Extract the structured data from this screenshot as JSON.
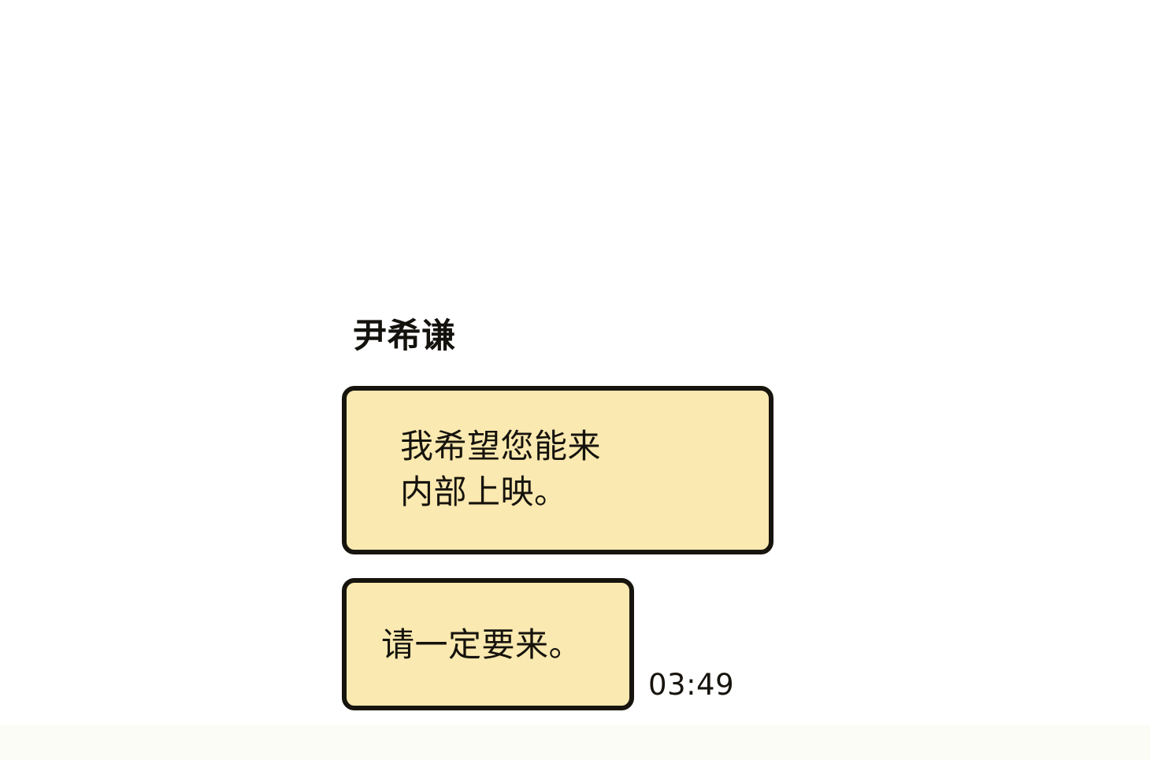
{
  "conversation": {
    "sender_name": "尹希谦",
    "messages": [
      {
        "text": "我希望您能来\n内部上映。",
        "timestamp": ""
      },
      {
        "text": "请一定要来。",
        "timestamp": "03:49"
      }
    ]
  },
  "colors": {
    "page_background": "#ffffff",
    "bottom_band": "#fcfcf6",
    "bubble_fill": "#fae9b0",
    "bubble_border": "#17140e",
    "text": "#16130d"
  }
}
